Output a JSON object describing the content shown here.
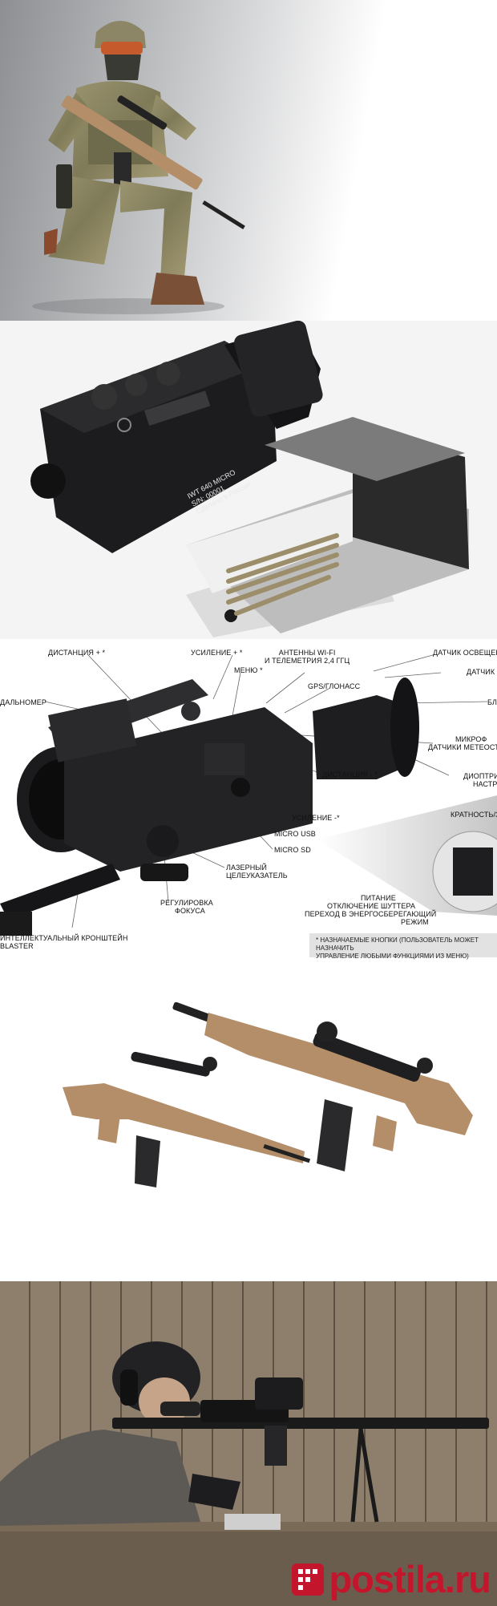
{
  "device": {
    "model": "IWT 640 MICRO",
    "serial": "S/N: 00001",
    "made_in": "Сделано в России"
  },
  "scope_callouts": {
    "distance_plus": "ДИСТАНЦИЯ + *",
    "gain_plus": "УСИЛЕНИЕ + *",
    "menu": "МЕНЮ *",
    "antennas_line1": "АНТЕННЫ WI-FI",
    "antennas_line2": "И ТЕЛЕМЕТРИЯ 2,4 ГГЦ",
    "gps": "GPS/ГЛОНАСС",
    "light_sensor": "ДАТЧИК ОСВЕЩЕНН",
    "sensor_2": "ДАТЧИК Н",
    "bl": "БЛ",
    "rangefinder": "ДАЛЬНОМЕР",
    "micro_line1": "МИКРОФ",
    "micro_line2": "ДАТЧИКИ МЕТЕОСТ",
    "distance_minus": "ДИСТАНЦИЯ - *",
    "diopter_line1": "ДИОПТРИ",
    "diopter_line2": "НАСТР",
    "gain_minus": "УСИЛЕНИЕ -*",
    "micro_usb": "MICRO USB",
    "multiplicity": "КРАТНОСТЬ/ЗА",
    "micro_sd": "MICRO SD",
    "laser_line1": "ЛАЗЕРНЫЙ",
    "laser_line2": "ЦЕЛЕУКАЗАТЕЛЬ",
    "focus_line1": "РЕГУЛИРОВКА",
    "focus_line2": "ФОКУСА",
    "power_line1": "ПИТАНИЕ",
    "power_line2": "ОТКЛЮЧЕНИЕ ШУТТЕРА",
    "power_line3": "ПЕРЕХОД В ЭНЕРГОСБЕРЕГАЮЩИЙ",
    "power_line4": "РЕЖИМ",
    "bracket_line1": "ИНТЕЛЛЕКТУАЛЬНЫЙ КРОНШТЕЙН",
    "bracket_line2": "BLASTER",
    "note_line1": "* НАЗНАЧАЕМЫЕ КНОПКИ (ПОЛЬЗОВАТЕЛЬ МОЖЕТ НАЗНАЧИТЬ",
    "note_line2": "УПРАВЛЕНИЕ ЛЮБЫМИ ФУНКЦИЯМИ ИЗ МЕНЮ)"
  },
  "watermark": {
    "text": "postila.ru",
    "color": "#c3162d",
    "icon": "postila-logo-icon"
  },
  "colors": {
    "tan": "#b48e68",
    "device_black": "#1c1c1e",
    "camo": "#8a8460"
  }
}
